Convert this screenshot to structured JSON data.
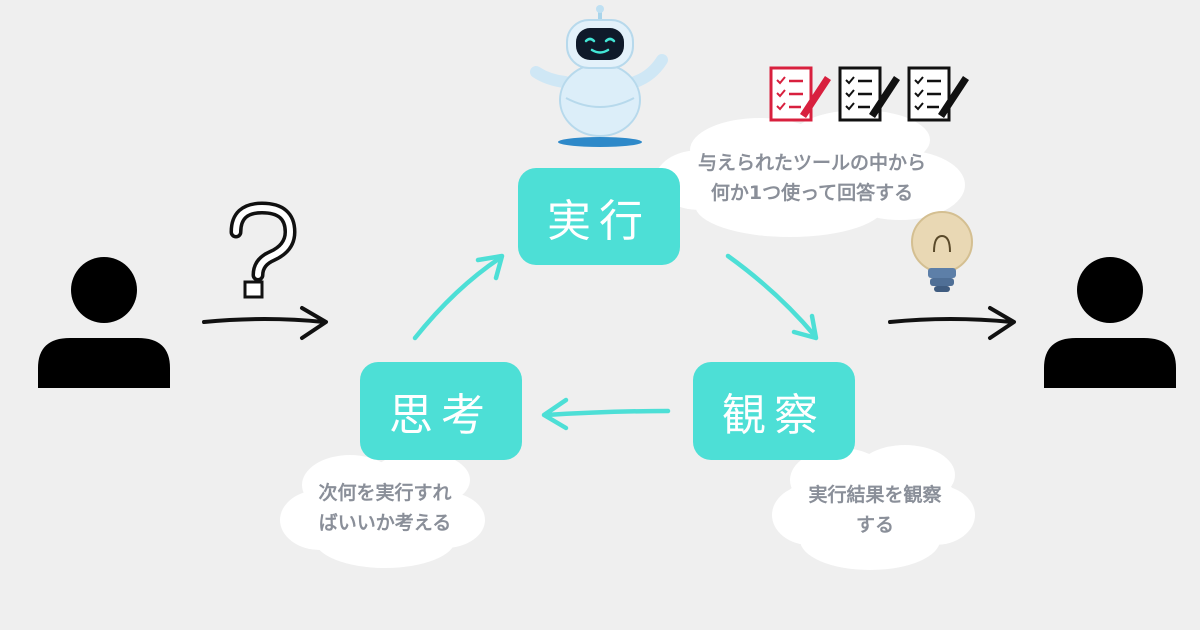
{
  "nodes": {
    "execute": "実行",
    "think": "思考",
    "observe": "観察"
  },
  "notes": {
    "execute": [
      "与えられたツールの中から",
      "何か1つ使って回答する"
    ],
    "think": [
      "次何を実行すれ",
      "ばいいか考える"
    ],
    "observe": [
      "実行結果を観察",
      "する"
    ]
  },
  "icons": [
    "user-icon",
    "question-mark-icon",
    "robot-icon",
    "checklist-icon",
    "lightbulb-icon",
    "user-icon"
  ],
  "colors": {
    "background": "#efefef",
    "node": "#4ddfd6",
    "arrow": "#4ddfd6",
    "cloud": "#ffffff",
    "note_text": "#8a8f99",
    "person": "#000000",
    "checklist_accent": "#d8203e"
  }
}
